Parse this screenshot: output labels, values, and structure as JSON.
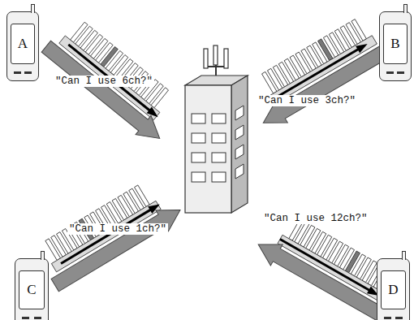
{
  "diagram": {
    "nodes": [
      {
        "text": [
          "A"
        ]
      },
      {
        "text": [
          "B"
        ]
      },
      {
        "text": [
          "C"
        ]
      },
      {
        "text": [
          "D"
        ]
      }
    ],
    "labels": [
      "\"Can I use 6ch?\"",
      "\"Can I use 3ch?\"",
      "\"Can I use 1ch?\"",
      "\"Can I use 12ch?\""
    ]
  }
}
